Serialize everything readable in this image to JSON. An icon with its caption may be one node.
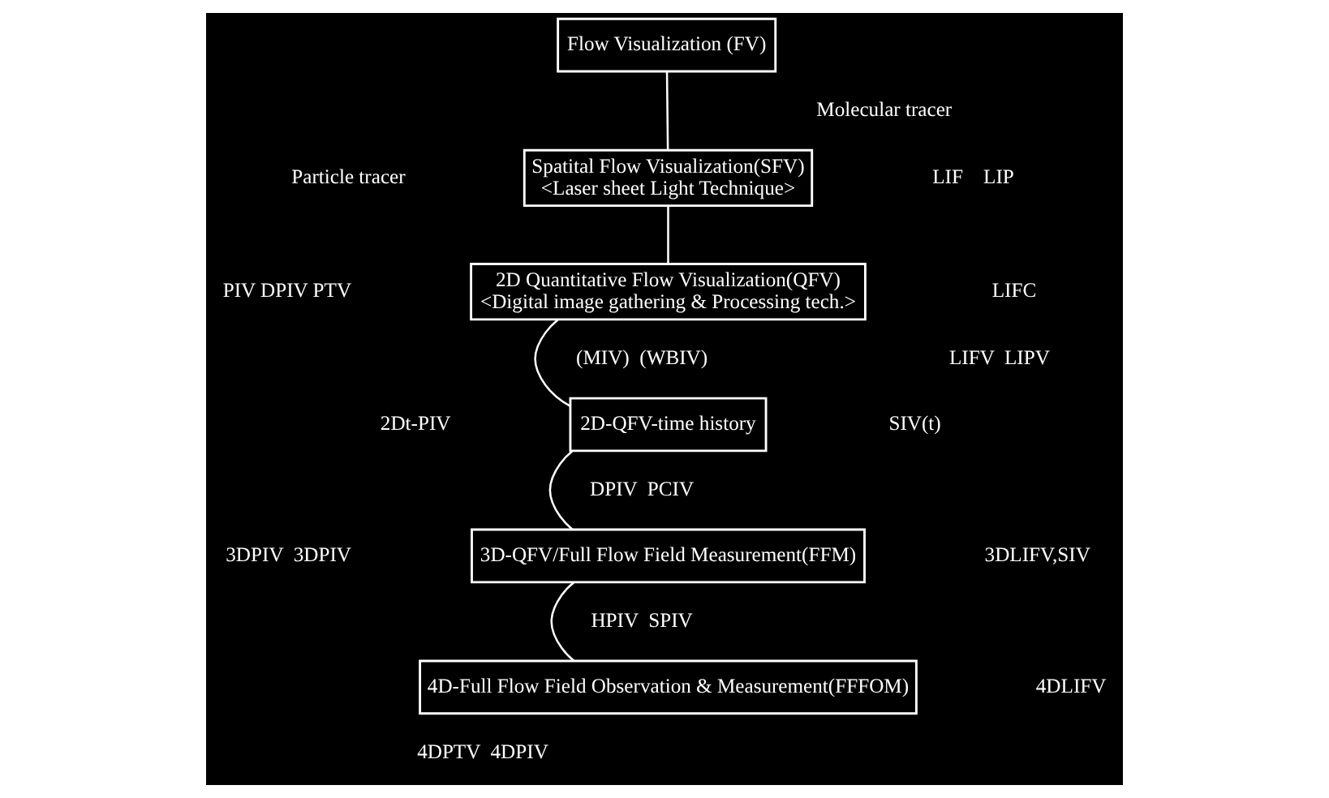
{
  "diagram": {
    "nodes": [
      {
        "text": [
          "Flow Visualization (FV)"
        ]
      },
      {
        "text": [
          "Spatital Flow Visualization(SFV)",
          "<Laser sheet Light Technique>"
        ]
      },
      {
        "text": [
          "2D Quantitative Flow Visualization(QFV)",
          "<Digital image gathering & Processing tech.>"
        ]
      },
      {
        "text": [
          "2D-QFV-time history"
        ]
      },
      {
        "text": [
          "3D-QFV/Full Flow Field Measurement(FFM)"
        ]
      },
      {
        "text": [
          "4D-Full Flow Field Observation & Measurement(FFFOM)"
        ]
      }
    ],
    "edges": [
      {
        "from": 0,
        "to": 1,
        "arrow": "none"
      },
      {
        "from": 1,
        "to": 2,
        "arrow": "none"
      },
      {
        "from": 2,
        "to": 3,
        "arrow": "none"
      },
      {
        "from": 3,
        "to": 4,
        "arrow": "none"
      },
      {
        "from": 4,
        "to": 5,
        "arrow": "none"
      }
    ],
    "labels": [
      "Particle tracer",
      "Molecular tracer",
      "LIF    LIP",
      "PIV DPIV PTV",
      "LIFC",
      "(MIV)  (WBIV)",
      "LIFV  LIPV",
      "2Dt-PIV",
      "DPIV  PCIV",
      "SIV(t)",
      "3DPIV  3DPIV",
      "3DLIFV,SIV",
      "HPIV  SPIV",
      "4DPTV  4DPIV",
      "4DLIFV"
    ]
  }
}
